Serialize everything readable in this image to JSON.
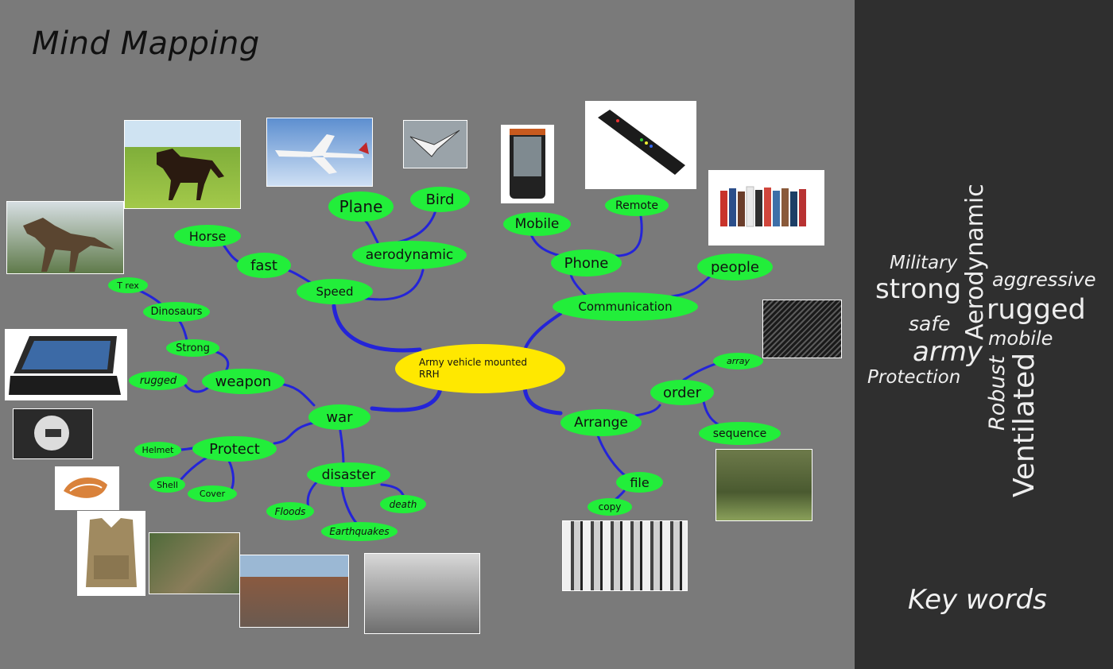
{
  "title": "Mind Mapping",
  "center_label": "Army vehicle mounted RRH",
  "nodes": {
    "speed": "Speed",
    "fast": "fast",
    "horse": "Horse",
    "aerodynamic": "aerodynamic",
    "plane": "Plane",
    "bird": "Bird",
    "communication": "Communication",
    "phone": "Phone",
    "mobile": "Mobile",
    "remote": "Remote",
    "people": "people",
    "war": "war",
    "weapon": "weapon",
    "strong": "Strong",
    "dinosaurs": "Dinosaurs",
    "trex": "T rex",
    "rugged": "rugged",
    "protect": "Protect",
    "helmet": "Helmet",
    "shell": "Shell",
    "cover": "Cover",
    "disaster": "disaster",
    "floods": "Floods",
    "earthquakes": "Earthquakes",
    "death": "death",
    "arrange": "Arrange",
    "order": "order",
    "array": "array",
    "sequence": "sequence",
    "file": "file",
    "copy": "copy"
  },
  "keywords": {
    "military": "Military",
    "strong": "strong",
    "safe": "safe",
    "army": "army",
    "protection": "Protection",
    "aerodynamic": "Aerodynamic",
    "aggressive": "aggressive",
    "rugged": "rugged",
    "mobile": "mobile",
    "robust": "Robust",
    "ventilated": "Ventilated"
  },
  "footer": "Key words",
  "colors": {
    "canvas": "#7a7a7a",
    "sidebar": "#2f2f2f",
    "node": "#22ee3a",
    "center": "#ffe800",
    "link": "#2424d8"
  }
}
